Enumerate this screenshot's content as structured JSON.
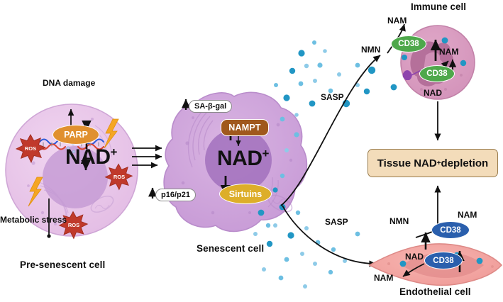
{
  "figure": {
    "type": "biological-pathway-diagram",
    "background": "#ffffff",
    "title_text": ""
  },
  "palette": {
    "presenescent_cell": "#e8c4e8",
    "presenescent_nucleus": "#c49ad4",
    "senescent_cell": "#cfa3da",
    "senescent_nucleus": "#a271bd",
    "immune_cell": "#d99bc0",
    "immune_nucleus": "#b06a96",
    "endothelial_cell": "#f2a2a0",
    "endothelial_nucleus": "#e08b8b",
    "ros_red": "#c0392b",
    "lightning_orange": "#f5a623",
    "parp_orange": "#e0902f",
    "nampt_brown": "#a0581d",
    "sirtuins_gold": "#ddae2a",
    "cd38_green": "#4ea84b",
    "cd38_blue": "#2a5fad",
    "sasp_dot_dark": "#2196c4",
    "sasp_dot_light": "#8ecbe8",
    "depletion_box_fill": "#f3dcba",
    "depletion_box_border": "#9a7d4e",
    "dna_red": "#d8422f",
    "dna_blue": "#2f5bd8",
    "arrow_black": "#111111"
  },
  "panels": {
    "presenescent": {
      "cell_label": "Pre-senescent cell",
      "top_annotation": "DNA damage",
      "bottom_annotation": "Metabolic stress",
      "enzyme": {
        "name": "PARP",
        "trend": "up"
      },
      "metabolite": {
        "name": "NAD",
        "charge": "+",
        "trend": "down"
      },
      "ros_markers": [
        "ROS",
        "ROS",
        "ROS"
      ],
      "stress_bolts": 2
    },
    "senescent": {
      "cell_label": "Senescent cell",
      "markers": [
        {
          "name": "SA-β-gal",
          "trend": "up",
          "style": "pill"
        },
        {
          "name": "p16/p21",
          "trend": "up",
          "style": "pill"
        }
      ],
      "enzymes": [
        {
          "name": "NAMPT",
          "trend": "up",
          "style": "rounded-rect",
          "color": "#a0581d"
        },
        {
          "name": "Sirtuins",
          "trend": "down",
          "style": "ellipse",
          "color": "#ddae2a"
        }
      ],
      "metabolite": {
        "name": "NAD",
        "charge": "+",
        "trend": "up"
      },
      "secretion_label_top": "SASP",
      "secretion_label_bottom": "SASP"
    },
    "immune": {
      "title": "Immune cell",
      "substrate_in": "NMN",
      "product_out": "NAM",
      "internal_product": "NAM",
      "internal_substrate": "NAD",
      "enzymes": [
        {
          "name": "CD38",
          "location": "membrane"
        },
        {
          "name": "CD38",
          "location": "intracellular"
        }
      ]
    },
    "endothelial": {
      "title": "Endothelial cell",
      "substrate_in": "NMN",
      "product_out": "NAM",
      "internal_product": "NAM",
      "internal_substrate": "NAD",
      "enzymes": [
        {
          "name": "CD38",
          "location": "membrane"
        },
        {
          "name": "CD38",
          "location": "intracellular"
        }
      ]
    },
    "outcome": {
      "text_before": "Tissue NAD",
      "charge": "+",
      "text_after": " depletion"
    }
  }
}
